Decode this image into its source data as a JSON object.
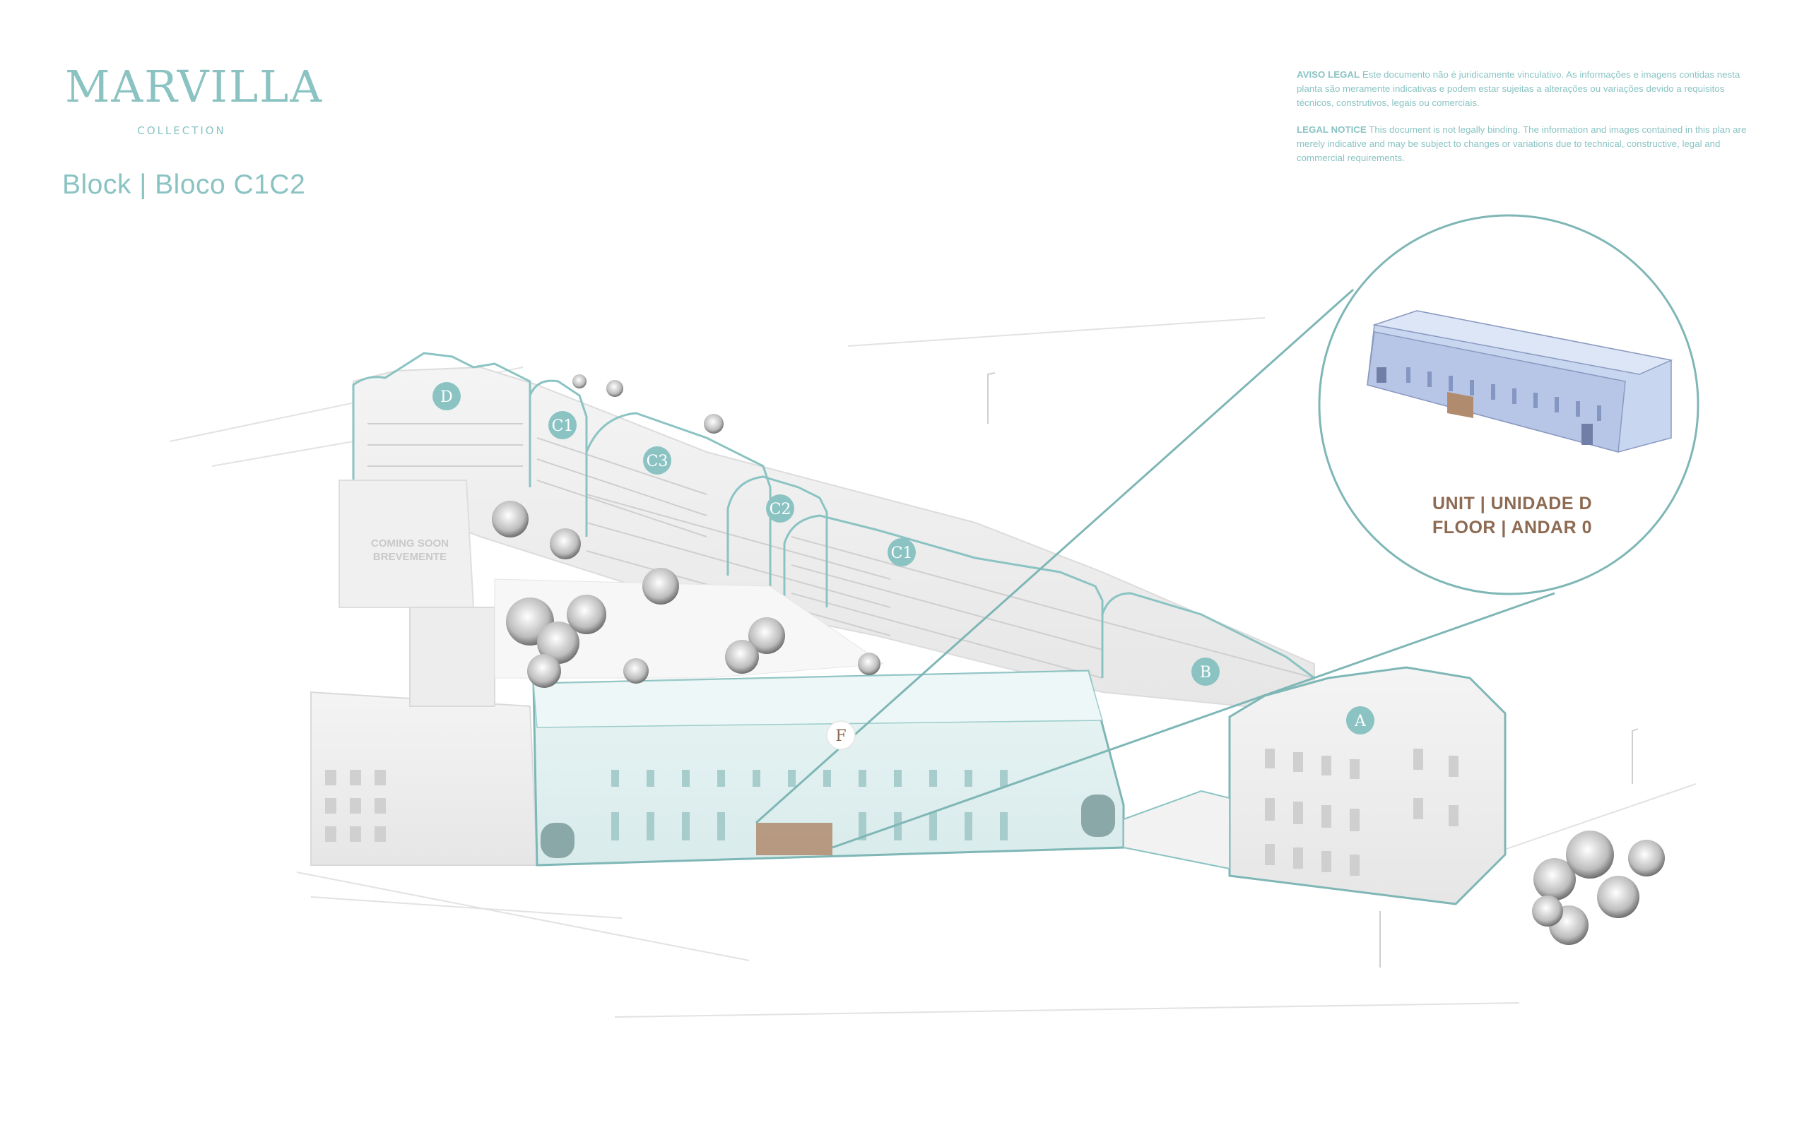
{
  "header": {
    "logo_word": "MARVILLA",
    "logo_sub": "COLLECTION",
    "block_title": "Block | Bloco C1C2"
  },
  "legal": {
    "pt_label": "AVISO LEGAL",
    "pt_text": "Este documento não é juridicamente vinculativo. As informações e imagens contidas nesta planta são meramente indicativas e podem estar sujeitas a alterações ou variações devido a requisitos técnicos, construtivos, legais ou comerciais.",
    "en_label": "LEGAL NOTICE",
    "en_text": "This document is not legally binding. The information and images contained in this plan are merely indicative and may be subject to changes or variations due to technical, constructive, legal and commercial requirements."
  },
  "zoom": {
    "unit_line": "UNIT | UNIDADE D",
    "floor_line": "FLOOR | ANDAR 0"
  },
  "coming_soon": {
    "line1": "COMING SOON",
    "line2": "BREVEMENTE"
  },
  "markers": {
    "D": "D",
    "C1a": "C1",
    "C3": "C3",
    "C2": "C2",
    "C1b": "C1",
    "B": "B",
    "A": "A",
    "F": "F"
  },
  "colors": {
    "accent": "#8bc3c3",
    "outline": "#7fb6b6",
    "highlight": "#b08b6e",
    "unit_text": "#8d6a52",
    "selected_fill": "#e3f1f1"
  }
}
